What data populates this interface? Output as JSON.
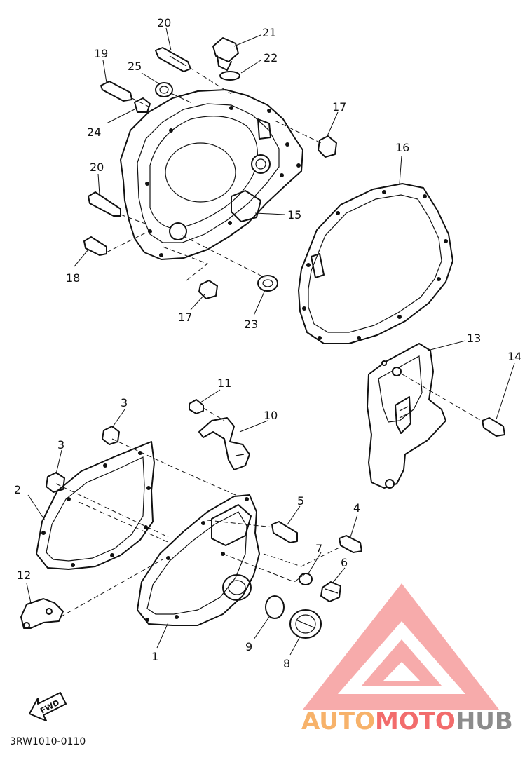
{
  "diagram": {
    "callouts": [
      "20",
      "21",
      "22",
      "19",
      "25",
      "24",
      "17",
      "16",
      "20",
      "15",
      "18",
      "17",
      "23",
      "13",
      "14",
      "11",
      "3",
      "10",
      "3",
      "2",
      "5",
      "4",
      "7",
      "6",
      "12",
      "9",
      "8",
      "1"
    ],
    "code": "3RW1010-0110",
    "fwd_label": "FWD"
  },
  "watermark": {
    "text_part1": "AUTO",
    "text_part2": "MOTO",
    "text_part3": "HUB",
    "color_primary": "#f26c6c",
    "color_secondary": "#f7b26a",
    "color_tertiary": "#8c8c8c"
  }
}
